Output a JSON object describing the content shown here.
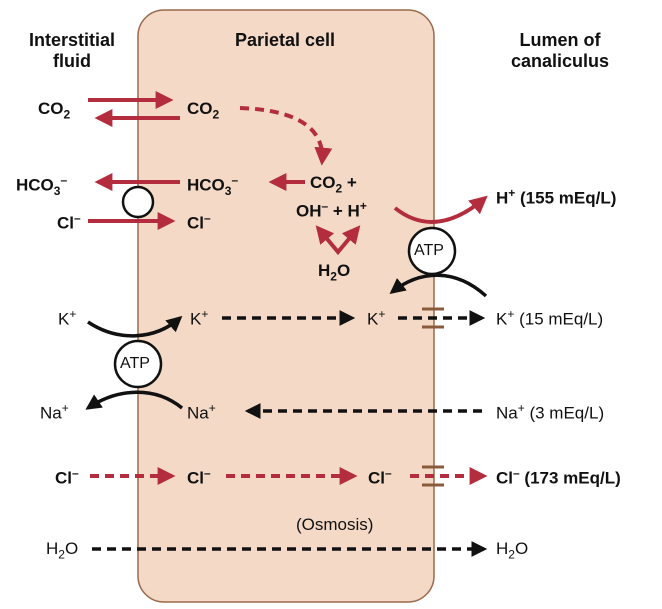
{
  "headers": {
    "interstitial_line1": "Interstitial",
    "interstitial_line2": "fluid",
    "parietal": "Parietal cell",
    "lumen_line1": "Lumen of",
    "lumen_line2": "canaliculus"
  },
  "labels": {
    "co2_left": "CO",
    "co2_left_sub": "2",
    "co2_cell": "CO",
    "co2_cell_sub": "2",
    "hco3_left": "HCO",
    "hco3_left_sub": "3",
    "hco3_left_sup": "–",
    "hco3_cell": "HCO",
    "hco3_cell_sub": "3",
    "hco3_cell_sup": "–",
    "cl_left": "Cl",
    "cl_left_sup": "–",
    "cl_cell": "Cl",
    "cl_cell_sup": "–",
    "co2_plus": "CO",
    "co2_plus_sub": "2",
    "co2_plus_tail": " +",
    "oh_h": "OH",
    "oh_sup": "–",
    "oh_h_mid": " + H",
    "h_sup": "+",
    "h2o_mid": "H",
    "h2o_mid_sub": "2",
    "h2o_mid_tail": "O",
    "h_lumen": "H",
    "h_lumen_sup": "+",
    "h_lumen_tail": " (155 mEq/L)",
    "atp_top": "ATP",
    "atp_bottom": "ATP",
    "k_left": "K",
    "k_left_sup": "+",
    "k_cell": "K",
    "k_cell_sup": "+",
    "k_mid": "K",
    "k_mid_sup": "+",
    "k_lumen": "K",
    "k_lumen_sup": "+",
    "k_lumen_tail": " (15 mEq/L)",
    "na_left": "Na",
    "na_left_sup": "+",
    "na_cell": "Na",
    "na_cell_sup": "+",
    "na_lumen": "Na",
    "na_lumen_sup": "+",
    "na_lumen_tail": " (3 mEq/L)",
    "cl2_left": "Cl",
    "cl2_left_sup": "–",
    "cl2_cell": "Cl",
    "cl2_cell_sup": "–",
    "cl2_mid": "Cl",
    "cl2_mid_sup": "–",
    "cl2_lumen": "Cl",
    "cl2_lumen_sup": "–",
    "cl2_lumen_tail": " (173 mEq/L)",
    "osmosis": "(Osmosis)",
    "h2o_left": "H",
    "h2o_left_sub": "2",
    "h2o_left_tail": "O",
    "h2o_right": "H",
    "h2o_right_sub": "2",
    "h2o_right_tail": "O"
  },
  "colors": {
    "cell_fill": "#f3d9c6",
    "cell_stroke": "#9a6a4c",
    "red_arrow": "#b32d3e",
    "black_arrow": "#111111",
    "channel": "#8a5a3c"
  }
}
